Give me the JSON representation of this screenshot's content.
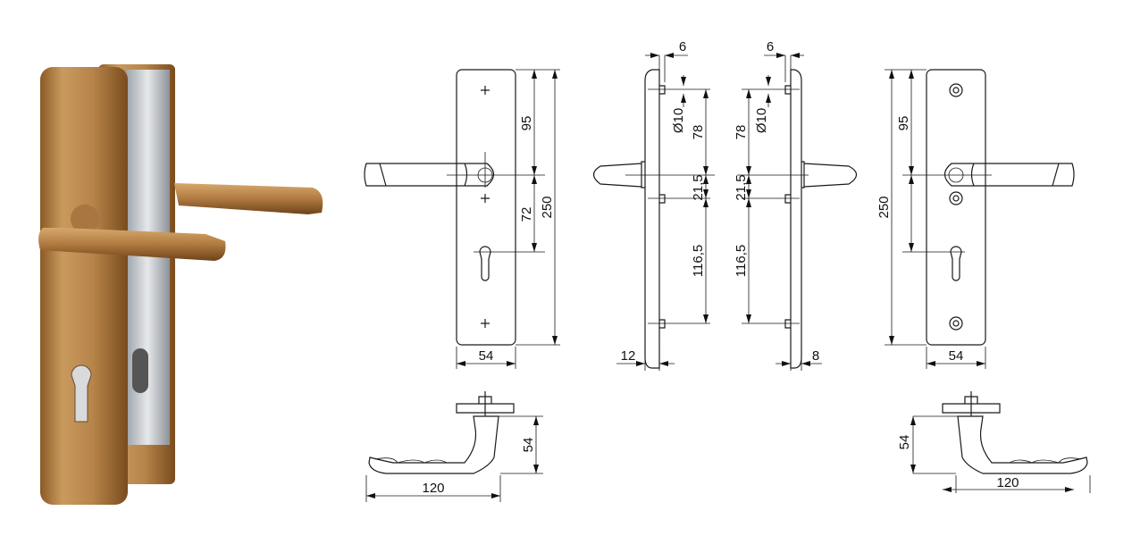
{
  "colors": {
    "finish": "#b8864a",
    "line": "#1a1a1a"
  },
  "front_left": {
    "d_top_to_lever": "95",
    "d_lever_to_cyl": "72",
    "d_height": "250",
    "d_width": "54"
  },
  "side_left": {
    "d_pin": "6",
    "d_pin_dia": "Ø10",
    "d_upper": "78",
    "d_mid": "21,5",
    "d_lower": "116,5",
    "d_thickness": "12"
  },
  "side_right": {
    "d_pin": "6",
    "d_pin_dia": "Ø10",
    "d_upper": "78",
    "d_mid": "21,5",
    "d_lower": "116,5",
    "d_thickness": "8"
  },
  "front_right": {
    "d_top_to_lever": "95",
    "d_height": "250",
    "d_width": "54"
  },
  "top_left": {
    "d_height": "54",
    "d_length": "120"
  },
  "top_right": {
    "d_height": "54",
    "d_length": "120"
  }
}
